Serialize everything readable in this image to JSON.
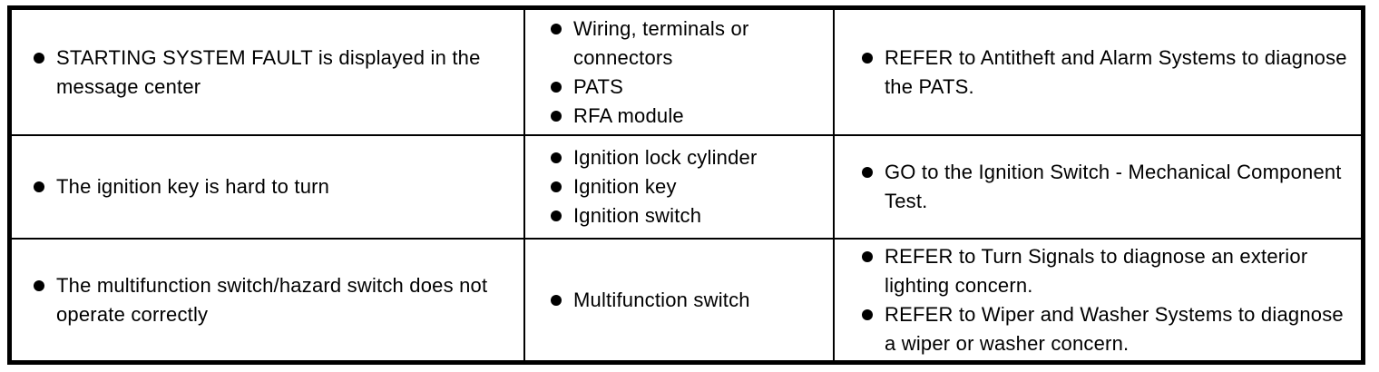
{
  "colors": {
    "background": "#ffffff",
    "border": "#000000",
    "text": "#000000"
  },
  "table": {
    "description": "diagnostic-symptom-table",
    "columns": [
      "symptom",
      "possible_sources",
      "action"
    ],
    "rows": [
      {
        "symptom": {
          "items": [
            "STARTING SYSTEM FAULT is displayed in the message center"
          ]
        },
        "possible_sources": {
          "items": [
            "Wiring, terminals or connectors",
            "PATS",
            "RFA module"
          ]
        },
        "action": {
          "items": [
            "REFER to Antitheft and Alarm Systems to diagnose the PATS."
          ]
        }
      },
      {
        "symptom": {
          "items": [
            "The ignition key is hard to turn"
          ]
        },
        "possible_sources": {
          "items": [
            "Ignition lock cylinder",
            "Ignition key",
            "Ignition switch"
          ]
        },
        "action": {
          "items": [
            "GO to the Ignition Switch - Mechanical Component Test."
          ]
        }
      },
      {
        "symptom": {
          "items": [
            "The multifunction switch/hazard switch does not operate correctly"
          ]
        },
        "possible_sources": {
          "items": [
            "Multifunction switch"
          ]
        },
        "action": {
          "items": [
            "REFER to Turn Signals to diagnose an exterior lighting concern.",
            "REFER to Wiper and Washer Systems to diagnose a wiper or washer concern."
          ]
        }
      }
    ]
  }
}
